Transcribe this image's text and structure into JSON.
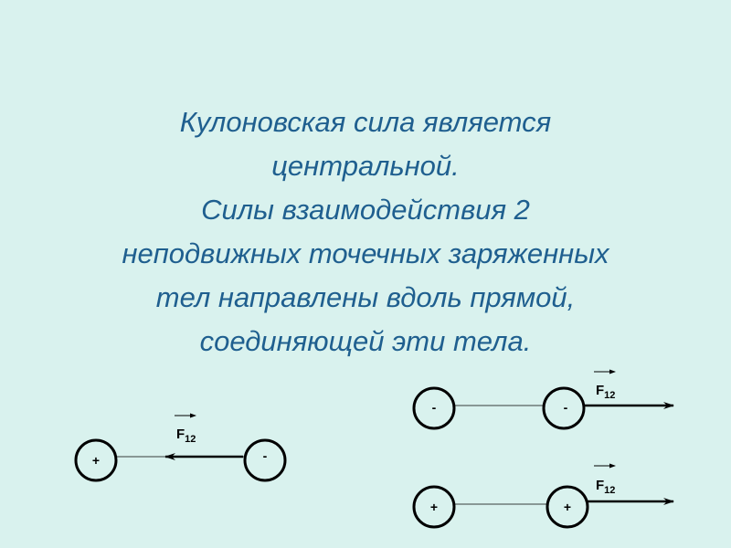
{
  "text": {
    "lines": [
      "Кулоновская сила является",
      "центральной.",
      "Силы взаимодействия 2",
      "неподвижных точечных заряженных",
      "тел направлены вдоль прямой,",
      "соединяющей эти тела."
    ]
  },
  "diagrams": {
    "attraction": {
      "left_sign": "+",
      "right_sign": "-",
      "force_label": "F",
      "force_sub": "12"
    },
    "repulsion_negative": {
      "left_sign": "-",
      "right_sign": "-",
      "force_label": "F",
      "force_sub": "12"
    },
    "repulsion_positive": {
      "left_sign": "+",
      "right_sign": "+",
      "force_label": "F",
      "force_sub": "12"
    }
  },
  "colors": {
    "background": "#d9f2ee",
    "text": "#1f5f8f",
    "lines": "#000000"
  }
}
